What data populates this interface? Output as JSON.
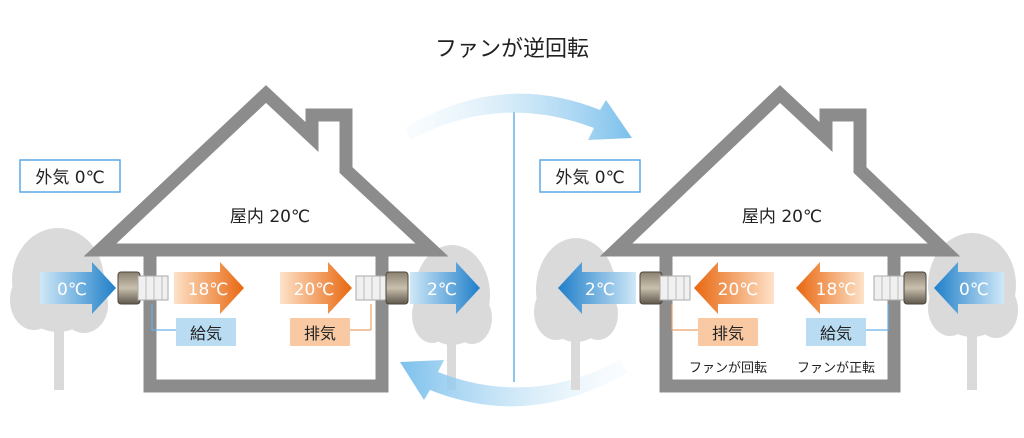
{
  "title": "ファンが逆回転",
  "left_panel": {
    "outdoor_label": "外気 0℃",
    "indoor_label": "屋内 20℃",
    "arrows": {
      "outside_in": "0℃",
      "supply_in": "18℃",
      "exhaust_in": "20℃",
      "exhaust_out": "2℃"
    },
    "supply_tag": "給気",
    "exhaust_tag": "排気"
  },
  "right_panel": {
    "outdoor_label": "外気 0℃",
    "indoor_label": "屋内 20℃",
    "arrows": {
      "exhaust_out": "2℃",
      "exhaust_in": "20℃",
      "supply_in": "18℃",
      "outside_in": "0℃"
    },
    "exhaust_tag": "排気",
    "supply_tag": "給気",
    "exhaust_fan_note": "ファンが回転",
    "supply_fan_note": "ファンが正転"
  },
  "colors": {
    "house_outline": "#8c8c8c",
    "cold_blue": "#4aa3df",
    "warm_orange": "#ef7d22",
    "supply_tag_bg": "#b9dcf3",
    "exhaust_tag_bg": "#f8c9a3",
    "label_border": "#5aa9e6",
    "tree_gray": "#d9d9d9",
    "curve_blue": "#9fd0f0"
  }
}
